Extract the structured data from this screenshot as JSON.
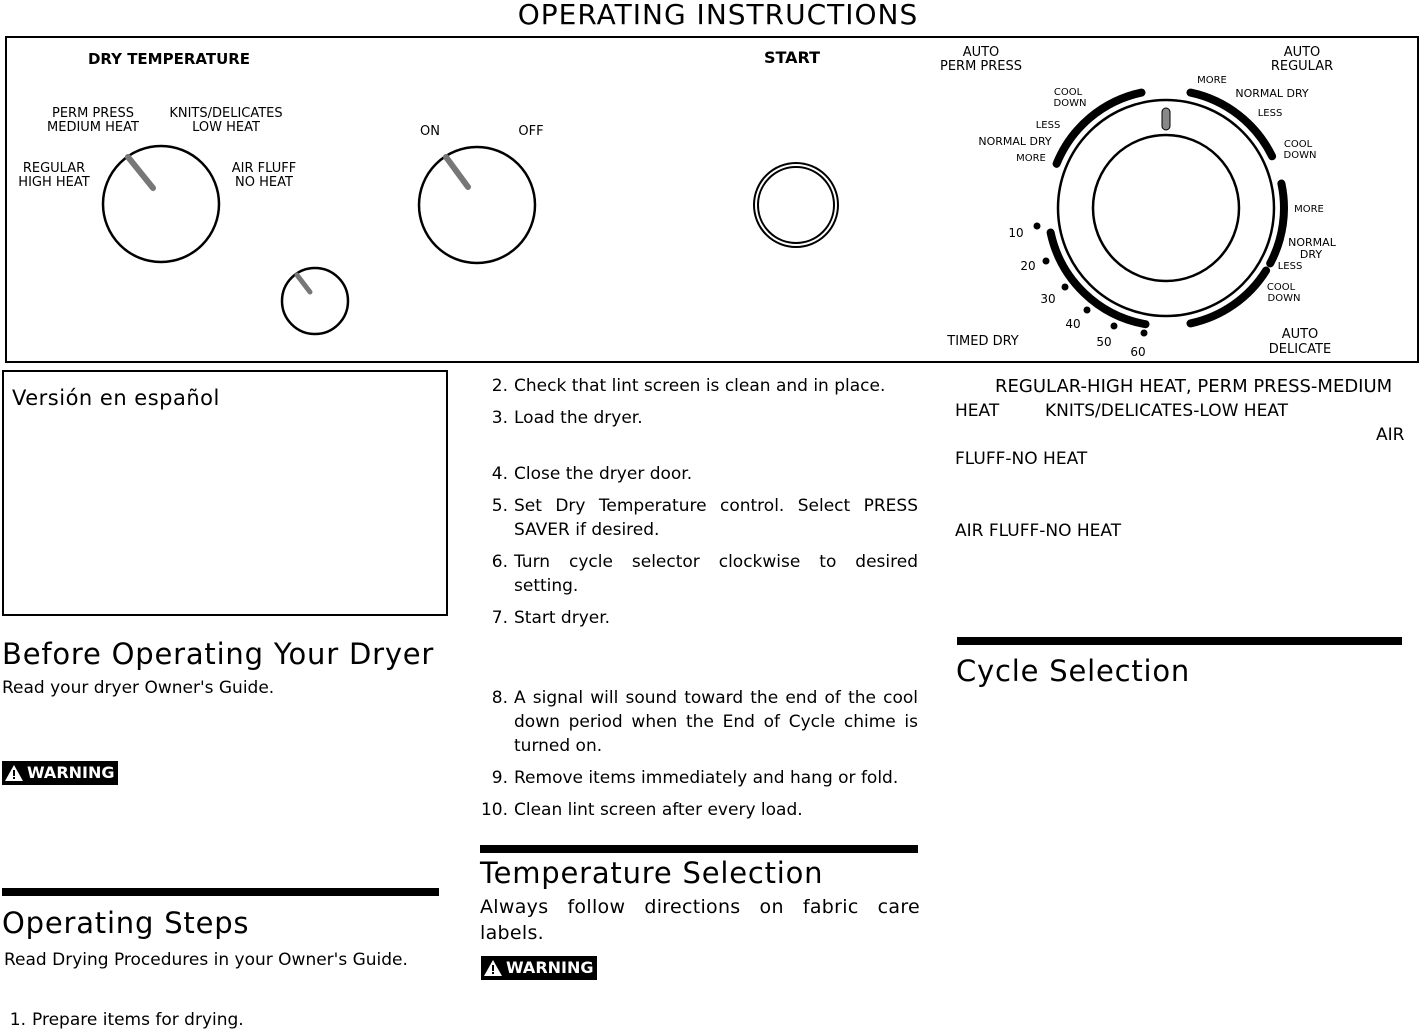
{
  "page_title": "OPERATING  INSTRUCTIONS",
  "control_panel": {
    "dry_temperature_label": "DRY TEMPERATURE",
    "temp_settings": {
      "perm_press": [
        "PERM PRESS",
        "MEDIUM HEAT"
      ],
      "knits": [
        "KNITS/DELICATES",
        "LOW HEAT"
      ],
      "regular": [
        "REGULAR",
        "HIGH HEAT"
      ],
      "air_fluff": [
        "AIR FLUFF",
        "NO HEAT"
      ]
    },
    "on_label": "ON",
    "off_label": "OFF",
    "start_label": "START",
    "cycle_dial": {
      "auto_perm_press": [
        "AUTO",
        "PERM PRESS"
      ],
      "auto_regular": [
        "AUTO",
        "REGULAR"
      ],
      "auto_delicate": [
        "AUTO",
        "DELICATE"
      ],
      "timed_dry": "TIMED DRY",
      "more": "MORE",
      "less": "LESS",
      "normal_dry": "NORMAL DRY",
      "normal_dry_split": [
        "NORMAL",
        "DRY"
      ],
      "cool_down": [
        "COOL",
        "DOWN"
      ],
      "minutes": [
        "10",
        "20",
        "30",
        "40",
        "50",
        "60"
      ]
    }
  },
  "spanish_box": "Versión  en  español",
  "before_operating": {
    "heading": "Before  Operating  Your  Dryer",
    "text": "Read your dryer Owner's Guide."
  },
  "warning_label": "WARNING",
  "operating_steps": {
    "heading": "Operating  Steps",
    "intro": "Read Drying Procedures in your Owner's Guide.",
    "steps": [
      {
        "n": "1.",
        "text": "Prepare items for drying."
      },
      {
        "n": "2.",
        "text": "Check that lint screen is clean and in place."
      },
      {
        "n": "3.",
        "text": "Load  the  dryer."
      },
      {
        "n": "4.",
        "text": "Close the dryer door."
      },
      {
        "n": "5.",
        "text": "Set Dry Temperature control.  Select PRESS SAVER  if desired."
      },
      {
        "n": "6.",
        "text": "Turn cycle selector clockwise to desired setting."
      },
      {
        "n": "7.",
        "text": "Start dryer."
      },
      {
        "n": "8.",
        "text": "A signal will sound toward the end of the cool down period when the End of Cycle chime is turned  on."
      },
      {
        "n": "9.",
        "text": "Remove items immediately and hang or fold."
      },
      {
        "n": "10.",
        "text": "Clean lint screen after every load."
      }
    ]
  },
  "temperature_selection": {
    "heading": "Temperature  Selection",
    "text": "Always follow directions on fabric care labels."
  },
  "right_column": {
    "line1": "REGULAR-HIGH HEAT, PERM PRESS-MEDIUM",
    "line2a": "HEAT",
    "line2b": "KNITS/DELICATES-LOW HEAT",
    "line3": "AIR",
    "line4": "FLUFF-NO HEAT",
    "line5": "AIR FLUFF-NO HEAT"
  },
  "cycle_selection": {
    "heading": "Cycle  Selection"
  }
}
